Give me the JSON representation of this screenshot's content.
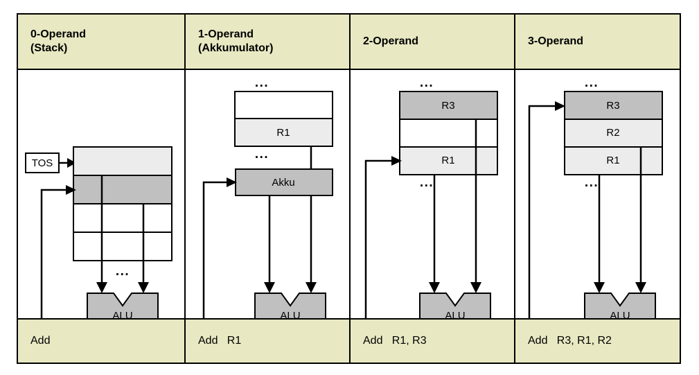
{
  "diagram": {
    "title_columns": [
      {
        "id": "col-0-operand",
        "header": "0-Operand\n(Stack)",
        "footer": "Add"
      },
      {
        "id": "col-1-operand",
        "header": "1-Operand\n(Akkumulator)",
        "footer": "Add   R1"
      },
      {
        "id": "col-2-operand",
        "header": "2-Operand",
        "footer": "Add   R1, R3"
      },
      {
        "id": "col-3-operand",
        "header": "3-Operand",
        "footer": "Add   R3, R1, R2"
      }
    ],
    "labels": {
      "tos": "TOS",
      "alu": "ALU",
      "akku": "Akku",
      "r1": "R1",
      "r2": "R2",
      "r3": "R3",
      "ellipsis": "...",
      "empty": ""
    },
    "colors": {
      "header_background": "#e8e8c3",
      "footer_background": "#e8e8c3",
      "cell_background": "#ffffff",
      "highlight_light": "#ececec",
      "highlight_dark": "#c0c0c0",
      "alu_fill": "#c0c0c0",
      "border": "#000000",
      "page_background": "#ffffff"
    },
    "columns": {
      "stack": {
        "pointer_label": "TOS",
        "rows": [
          {
            "label": "",
            "shade": "light"
          },
          {
            "label": "",
            "shade": "dark"
          },
          {
            "label": "",
            "shade": "white"
          },
          {
            "label": "",
            "shade": "white"
          }
        ],
        "below_ellipsis": "...",
        "alu": "ALU"
      },
      "accumulator": {
        "above_ellipsis": "...",
        "rows": [
          {
            "label": "",
            "shade": "white"
          },
          {
            "label": "R1",
            "shade": "light"
          }
        ],
        "below_ellipsis": "...",
        "accumulator_label": "Akku",
        "alu": "ALU"
      },
      "two_operand": {
        "above_ellipsis": "...",
        "rows": [
          {
            "label": "R3",
            "shade": "dark"
          },
          {
            "label": "",
            "shade": "white"
          },
          {
            "label": "R1",
            "shade": "light"
          }
        ],
        "below_ellipsis": "...",
        "alu": "ALU"
      },
      "three_operand": {
        "above_ellipsis": "...",
        "rows": [
          {
            "label": "R3",
            "shade": "dark"
          },
          {
            "label": "R2",
            "shade": "light"
          },
          {
            "label": "R1",
            "shade": "light"
          }
        ],
        "below_ellipsis": "...",
        "alu": "ALU"
      }
    }
  }
}
